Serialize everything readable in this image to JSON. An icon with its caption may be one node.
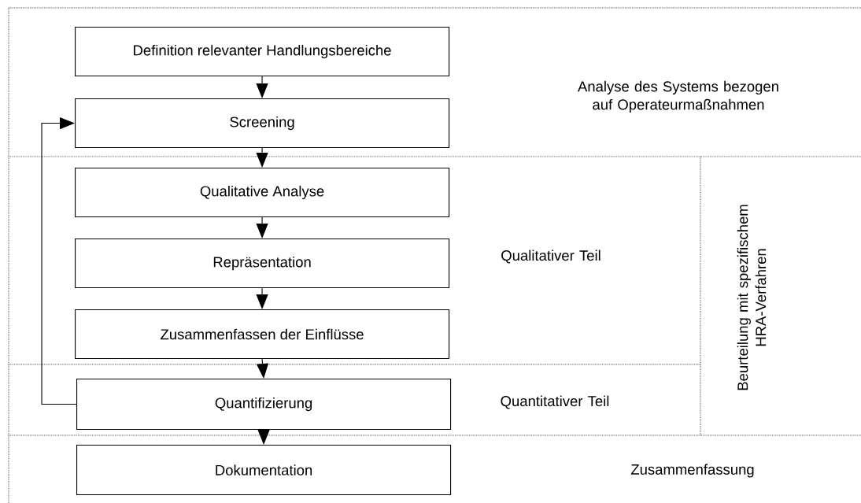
{
  "diagram": {
    "nodes": [
      {
        "text": [
          "Definition relevanter Handlungsbereiche"
        ]
      },
      {
        "text": [
          "Screening"
        ]
      },
      {
        "text": [
          "Qualitative Analyse"
        ]
      },
      {
        "text": [
          "Repräsentation"
        ]
      },
      {
        "text": [
          "Zusammenfassen der Einflüsse"
        ]
      },
      {
        "text": [
          "Quantifizierung"
        ]
      },
      {
        "text": [
          "Dokumentation"
        ]
      }
    ],
    "edges": [
      {
        "from": 0,
        "to": 1,
        "arrow": "to"
      },
      {
        "from": 1,
        "to": 2,
        "arrow": "to"
      },
      {
        "from": 2,
        "to": 3,
        "arrow": "to"
      },
      {
        "from": 3,
        "to": 4,
        "arrow": "to"
      },
      {
        "from": 4,
        "to": 5,
        "arrow": "to"
      },
      {
        "from": 5,
        "to": 6,
        "arrow": "to"
      },
      {
        "from": 5,
        "to": 1,
        "arrow": "to"
      }
    ],
    "labels": [
      "Analyse des Systems bezogen auf Operateurmaßnahmen",
      "Qualitativer Teil",
      "Beurteilung mit spezifischem HRA-Verfahren",
      "Quantitativer Teil",
      "Zusammenfassung"
    ]
  }
}
